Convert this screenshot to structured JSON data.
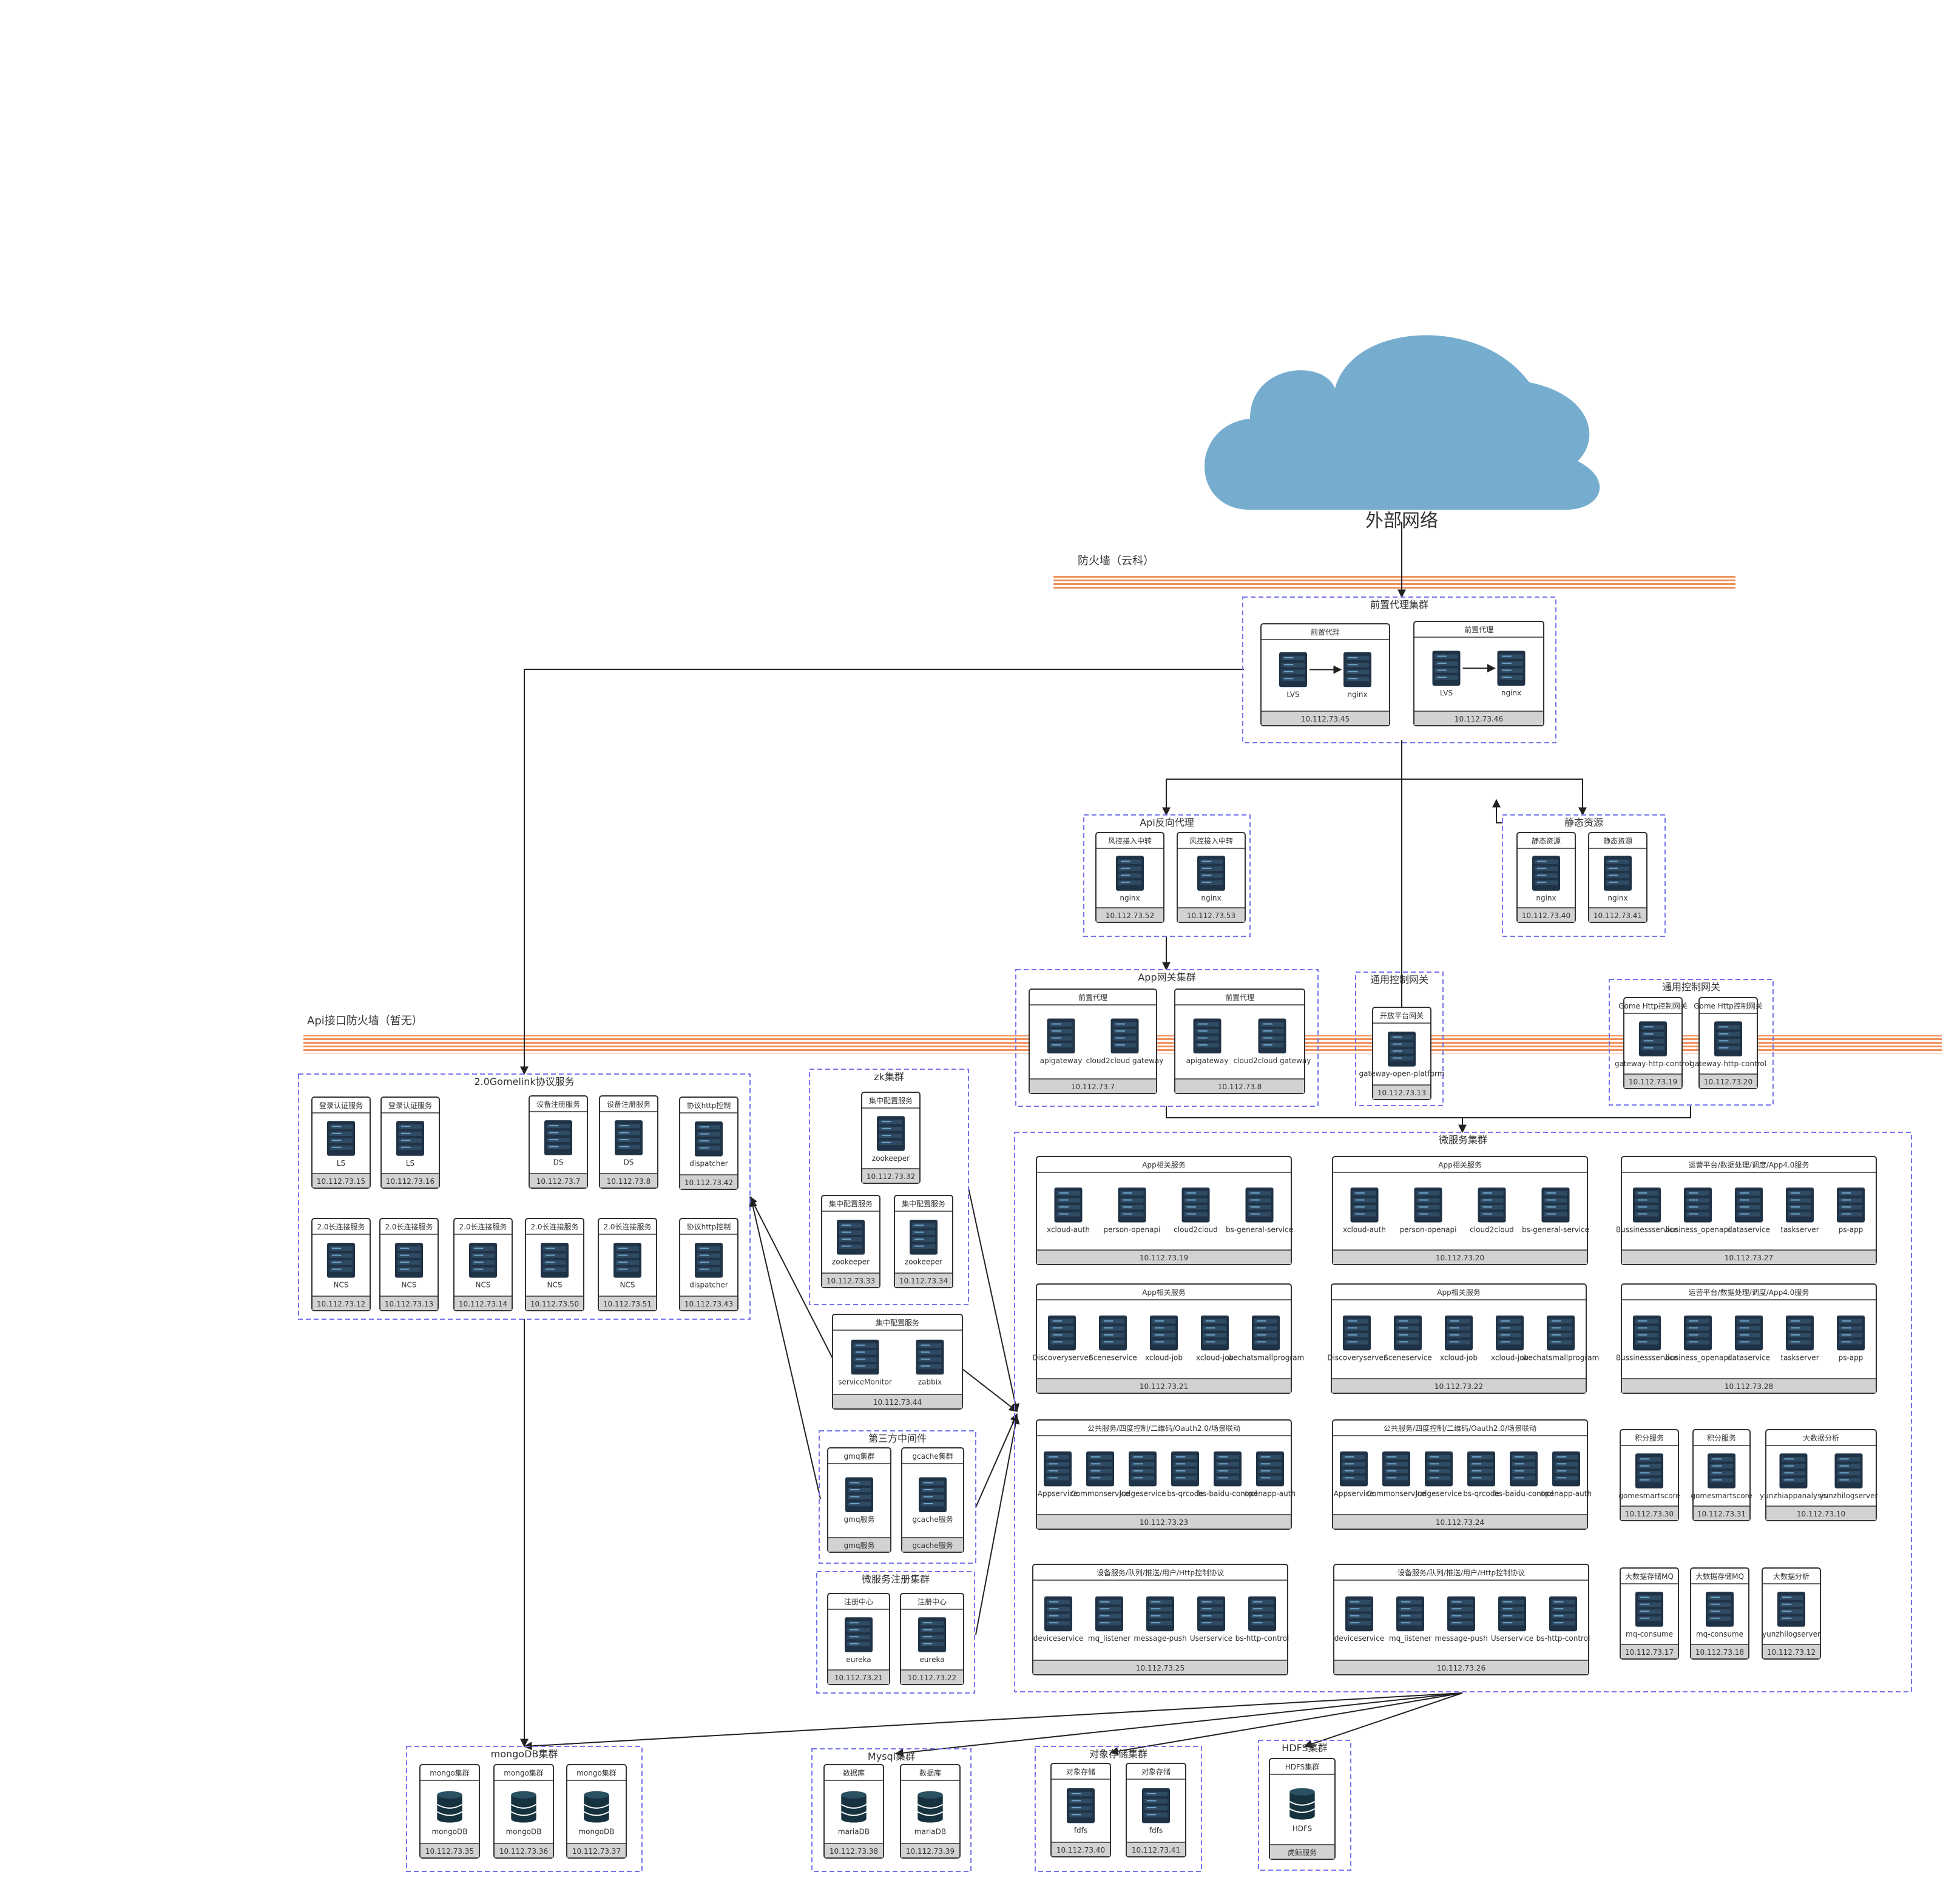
{
  "cloud": {
    "label": "外部网络"
  },
  "firewalls": {
    "top": "防火墙（云科）",
    "api": "Api接口防火墙（暂无）"
  },
  "groups": {
    "front_proxy_cluster": "前置代理集群",
    "api_reverse_proxy": "Api反向代理",
    "static_resources": "静态资源",
    "app_gateway_cluster": "App网关集群",
    "universal_control_gateway": "通用控制网关",
    "universal_control_gateway_2": "通用控制网关",
    "gomelink_service": "2.0Gomelink协议服务",
    "zk_cluster": "zk集群",
    "third_party_middleware": "第三方中间件",
    "microservice_registry": "微服务注册集群",
    "microservice_cluster": "微服务集群",
    "mongodb_cluster": "mongoDB集群",
    "mysql_cluster": "Mysql集群",
    "object_storage_cluster": "对象存储集群",
    "hdfs_cluster": "HDFS集群"
  },
  "nodes": {
    "fp1": {
      "title": "前置代理",
      "ip": "10.112.73.45",
      "apps": [
        "LVS",
        "nginx"
      ]
    },
    "fp2": {
      "title": "前置代理",
      "ip": "10.112.73.46",
      "apps": [
        "LVS",
        "nginx"
      ]
    },
    "ar1": {
      "title": "风控接入中转",
      "ip": "10.112.73.52",
      "apps": [
        "nginx"
      ]
    },
    "ar2": {
      "title": "风控接入中转",
      "ip": "10.112.73.53",
      "apps": [
        "nginx"
      ]
    },
    "st1": {
      "title": "静态资源",
      "ip": "10.112.73.40",
      "apps": [
        "nginx"
      ]
    },
    "st2": {
      "title": "静态资源",
      "ip": "10.112.73.41",
      "apps": [
        "nginx"
      ]
    },
    "ag1": {
      "title": "前置代理",
      "ip": "10.112.73.7",
      "apps": [
        "apigateway",
        "cloud2cloud gateway"
      ]
    },
    "ag2": {
      "title": "前置代理",
      "ip": "10.112.73.8",
      "apps": [
        "apigateway",
        "cloud2cloud gateway"
      ]
    },
    "op1": {
      "title": "开放平台网关",
      "ip": "10.112.73.13",
      "apps": [
        "gateway-open-platform"
      ]
    },
    "gh1": {
      "title": "Gome Http控制网关",
      "ip": "10.112.73.19",
      "apps": [
        "gateway-http-control"
      ]
    },
    "gh2": {
      "title": "Gome Http控制网关",
      "ip": "10.112.73.20",
      "apps": [
        "gateway-http-control"
      ]
    },
    "ls1": {
      "title": "登录认证服务",
      "ip": "10.112.73.15",
      "apps": [
        "LS"
      ]
    },
    "ls2": {
      "title": "登录认证服务",
      "ip": "10.112.73.16",
      "apps": [
        "LS"
      ]
    },
    "ds1": {
      "title": "设备注册服务",
      "ip": "10.112.73.7",
      "apps": [
        "DS"
      ]
    },
    "ds2": {
      "title": "设备注册服务",
      "ip": "10.112.73.8",
      "apps": [
        "DS"
      ]
    },
    "dp1": {
      "title": "协议http控制",
      "ip": "10.112.73.42",
      "apps": [
        "dispatcher"
      ]
    },
    "ncs1": {
      "title": "2.0长连接服务",
      "ip": "10.112.73.12",
      "apps": [
        "NCS"
      ]
    },
    "ncs2": {
      "title": "2.0长连接服务",
      "ip": "10.112.73.13",
      "apps": [
        "NCS"
      ]
    },
    "ncs3": {
      "title": "2.0长连接服务",
      "ip": "10.112.73.14",
      "apps": [
        "NCS"
      ]
    },
    "ncs4": {
      "title": "2.0长连接服务",
      "ip": "10.112.73.50",
      "apps": [
        "NCS"
      ]
    },
    "ncs5": {
      "title": "2.0长连接服务",
      "ip": "10.112.73.51",
      "apps": [
        "NCS"
      ]
    },
    "dp2": {
      "title": "协议http控制",
      "ip": "10.112.73.43",
      "apps": [
        "dispatcher"
      ]
    },
    "zk1": {
      "title": "集中配置服务",
      "ip": "10.112.73.32",
      "apps": [
        "zookeeper"
      ]
    },
    "zk2": {
      "title": "集中配置服务",
      "ip": "10.112.73.33",
      "apps": [
        "zookeeper"
      ]
    },
    "zk3": {
      "title": "集中配置服务",
      "ip": "10.112.73.34",
      "apps": [
        "zookeeper"
      ]
    },
    "cm1": {
      "title": "集中配置服务",
      "ip": "10.112.73.44",
      "apps": [
        "serviceMonitor",
        "zabbix"
      ]
    },
    "mq1": {
      "title": "gmq集群",
      "ip": "gmq服务",
      "apps": [
        "gmq服务"
      ]
    },
    "gc1": {
      "title": "gcache集群",
      "ip": "gcache服务",
      "apps": [
        "gcache服务"
      ]
    },
    "eu1": {
      "title": "注册中心",
      "ip": "10.112.73.21",
      "apps": [
        "eureka"
      ]
    },
    "eu2": {
      "title": "注册中心",
      "ip": "10.112.73.22",
      "apps": [
        "eureka"
      ]
    },
    "ms1": {
      "title": "App相关服务",
      "ip": "10.112.73.19",
      "apps": [
        "xcloud-auth",
        "person-openapi",
        "cloud2cloud",
        "bs-general-service"
      ]
    },
    "ms2": {
      "title": "App相关服务",
      "ip": "10.112.73.20",
      "apps": [
        "xcloud-auth",
        "person-openapi",
        "cloud2cloud",
        "bs-general-service"
      ]
    },
    "ms3": {
      "title": "运营平台/数据处理/调度/App4.0服务",
      "ip": "10.112.73.27",
      "apps": [
        "Bussinessservice",
        "business_openapi",
        "dataservice",
        "taskserver",
        "ps-app"
      ]
    },
    "ms4": {
      "title": "App相关服务",
      "ip": "10.112.73.21",
      "apps": [
        "Discoveryserver",
        "Sceneservice",
        "xcloud-job",
        "xcloud-job",
        "wechatsmallprogram"
      ]
    },
    "ms5": {
      "title": "App相关服务",
      "ip": "10.112.73.22",
      "apps": [
        "Discoveryserver",
        "Sceneservice",
        "xcloud-job",
        "xcloud-job",
        "wechatsmallprogram"
      ]
    },
    "ms6": {
      "title": "运营平台/数据处理/调度/App4.0服务",
      "ip": "10.112.73.28",
      "apps": [
        "Bussinessservice",
        "business_openapi",
        "dataservice",
        "taskserver",
        "ps-app"
      ]
    },
    "ms7": {
      "title": "公共服务/四度控制/二维码/Oauth2.0/场景联动",
      "ip": "10.112.73.23",
      "apps": [
        "Appservice",
        "Commonservice",
        "Judgeservice",
        "bs-qrcode",
        "bs-baidu-control",
        "openapp-auth"
      ]
    },
    "ms8": {
      "title": "公共服务/四度控制/二维码/Oauth2.0/场景联动",
      "ip": "10.112.73.24",
      "apps": [
        "Appservice",
        "Commonservice",
        "Judgeservice",
        "bs-qrcode",
        "bs-baidu-control",
        "openapp-auth"
      ]
    },
    "ms9": {
      "title": "积分服务",
      "ip": "10.112.73.30",
      "apps": [
        "gomesmartscore"
      ]
    },
    "ms10": {
      "title": "积分服务",
      "ip": "10.112.73.31",
      "apps": [
        "gomesmartscore"
      ]
    },
    "ms11": {
      "title": "大数据分析",
      "ip": "10.112.73.10",
      "apps": [
        "yunzhiappanalysis",
        "yunzhilogserver"
      ]
    },
    "ms12": {
      "title": "设备服务/队列/推送/用户/Http控制协议",
      "ip": "10.112.73.25",
      "apps": [
        "deviceservice",
        "mq_listener",
        "message-push",
        "Userservice",
        "bs-http-control"
      ]
    },
    "ms13": {
      "title": "设备服务/队列/推送/用户/Http控制协议",
      "ip": "10.112.73.26",
      "apps": [
        "deviceservice",
        "mq_listener",
        "message-push",
        "Userservice",
        "bs-http-control"
      ]
    },
    "ms14": {
      "title": "大数据存储MQ",
      "ip": "10.112.73.17",
      "apps": [
        "mq-consume"
      ]
    },
    "ms15": {
      "title": "大数据存储MQ",
      "ip": "10.112.73.18",
      "apps": [
        "mq-consume"
      ]
    },
    "ms16": {
      "title": "大数据分析",
      "ip": "10.112.73.12",
      "apps": [
        "yunzhilogserver"
      ]
    },
    "mg1": {
      "title": "mongo集群",
      "ip": "10.112.73.35",
      "apps": [
        "mongoDB"
      ]
    },
    "mg2": {
      "title": "mongo集群",
      "ip": "10.112.73.36",
      "apps": [
        "mongoDB"
      ]
    },
    "mg3": {
      "title": "mongo集群",
      "ip": "10.112.73.37",
      "apps": [
        "mongoDB"
      ]
    },
    "db1": {
      "title": "数据库",
      "ip": "10.112.73.38",
      "apps": [
        "mariaDB"
      ]
    },
    "db2": {
      "title": "数据库",
      "ip": "10.112.73.39",
      "apps": [
        "mariaDB"
      ]
    },
    "os1": {
      "title": "对象存储",
      "ip": "10.112.73.40",
      "apps": [
        "fdfs"
      ]
    },
    "os2": {
      "title": "对象存储",
      "ip": "10.112.73.41",
      "apps": [
        "fdfs"
      ]
    },
    "hd1": {
      "title": "HDFS集群",
      "ip": "虎鲸服务",
      "apps": [
        "HDFS"
      ]
    }
  },
  "colors": {
    "cloud": "#76adcf",
    "firewall": "#f0915c",
    "group_border": "#7474f2",
    "server_dark": "#203346",
    "server_mid": "#2f4b63",
    "ip_bar": "#d2d2d2"
  }
}
